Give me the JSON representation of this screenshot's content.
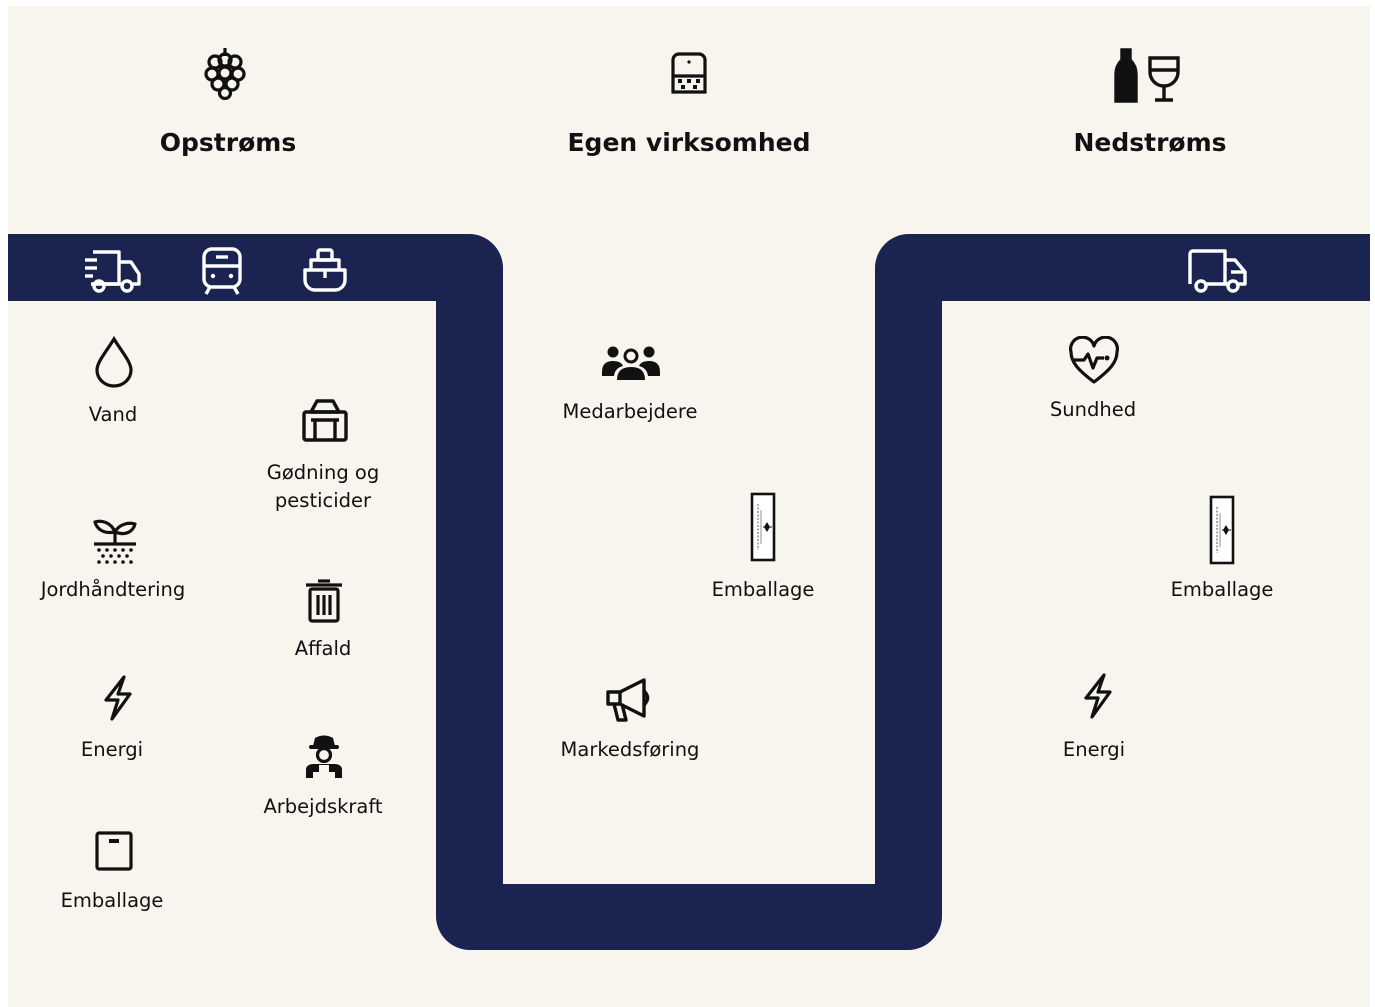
{
  "colors": {
    "band": "#1b2350",
    "background": "#f8f4ee",
    "ink": "#111111"
  },
  "headings": {
    "upstream": {
      "label": "Opstrøms",
      "icon": "grapes-icon"
    },
    "own": {
      "label": "Egen virksomhed",
      "icon": "wine-press-icon"
    },
    "downstream": {
      "label": "Nedstrøms",
      "icon": "bottle-and-glass-icon"
    }
  },
  "transport": {
    "upstream_icons": [
      "truck-icon",
      "train-icon",
      "ship-icon"
    ],
    "downstream_icons": [
      "van-icon"
    ]
  },
  "upstream": {
    "water": "Vand",
    "fertilizer": "Gødning og\npesticider",
    "soil": "Jordhåndtering",
    "waste": "Affald",
    "energy": "Energi",
    "labor": "Arbejdskraft",
    "packaging": "Emballage"
  },
  "own": {
    "employees": "Medarbejdere",
    "packaging": "Emballage",
    "marketing": "Markedsføring"
  },
  "downstream": {
    "health": "Sundhed",
    "packaging": "Emballage",
    "energy": "Energi"
  }
}
